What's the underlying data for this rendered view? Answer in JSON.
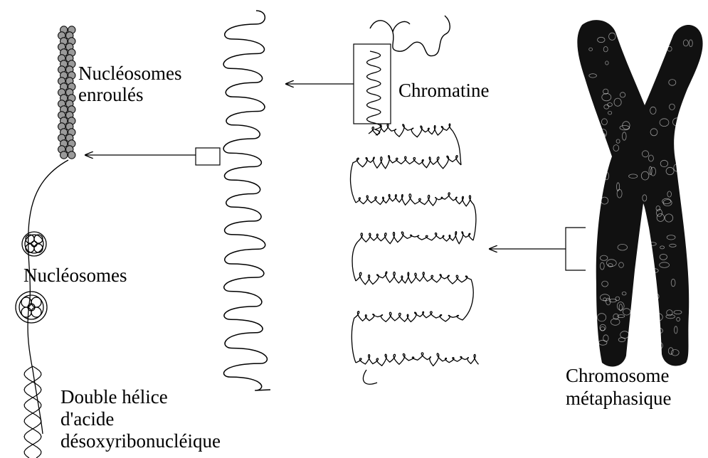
{
  "labels": {
    "coiled_nucleosomes": [
      "Nucléosomes",
      "enroulés"
    ],
    "chromatin": "Chromatine",
    "nucleosomes": "Nucléosomes",
    "dna": [
      "Double hélice",
      "d'acide",
      "désoxyribonucléique"
    ],
    "chromosome": [
      "Chromosome",
      "métaphasique"
    ]
  },
  "colors": {
    "ink": "#000000",
    "background": "#ffffff"
  }
}
